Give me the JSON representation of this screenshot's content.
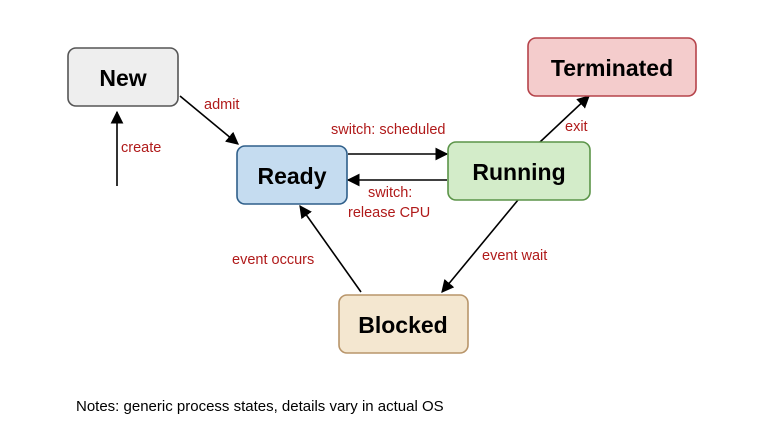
{
  "states": {
    "new": {
      "label": "New",
      "fill": "#eeeeee",
      "stroke": "#555555"
    },
    "ready": {
      "label": "Ready",
      "fill": "#c5dcf0",
      "stroke": "#2f5f8a"
    },
    "running": {
      "label": "Running",
      "fill": "#d3ecc9",
      "stroke": "#5b9448"
    },
    "terminated": {
      "label": "Terminated",
      "fill": "#f4cccc",
      "stroke": "#b5434a"
    },
    "blocked": {
      "label": "Blocked",
      "fill": "#f4e7d0",
      "stroke": "#b8956a"
    }
  },
  "transitions": {
    "create": "create",
    "admit": "admit",
    "scheduled": "switch: scheduled",
    "release_line1": "switch:",
    "release_line2": "release CPU",
    "exit": "exit",
    "event_wait": "event wait",
    "event_occurs": "event occurs"
  },
  "colors": {
    "edge_label": "#b01a1a",
    "edge": "#000000"
  },
  "note": "Notes: generic process states, details vary in actual OS"
}
